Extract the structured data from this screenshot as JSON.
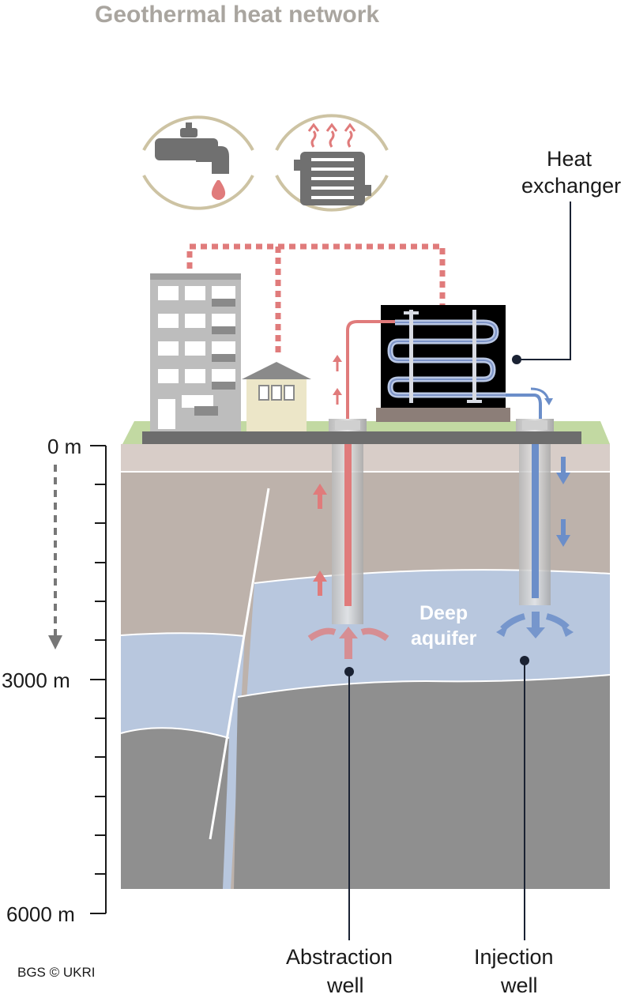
{
  "title": "Geothermal heat network",
  "labels": {
    "heat_exchanger_line1": "Heat",
    "heat_exchanger_line2": "exchanger",
    "deep_aquifer_line1": "Deep",
    "deep_aquifer_line2": "aquifer",
    "abstraction_line1": "Abstraction",
    "abstraction_line2": "well",
    "injection_line1": "Injection",
    "injection_line2": "well"
  },
  "depth_axis": {
    "top": "0 m",
    "middle": "3000 m",
    "bottom": "6000 m"
  },
  "credit": "BGS © UKRI",
  "icons": [
    "water-tap-icon",
    "radiator-heating-icon"
  ],
  "colors": {
    "hot": "#e07b7b",
    "cold": "#6b8ec9",
    "aquifer": "#b8c7de",
    "title": "#a9a59f"
  }
}
